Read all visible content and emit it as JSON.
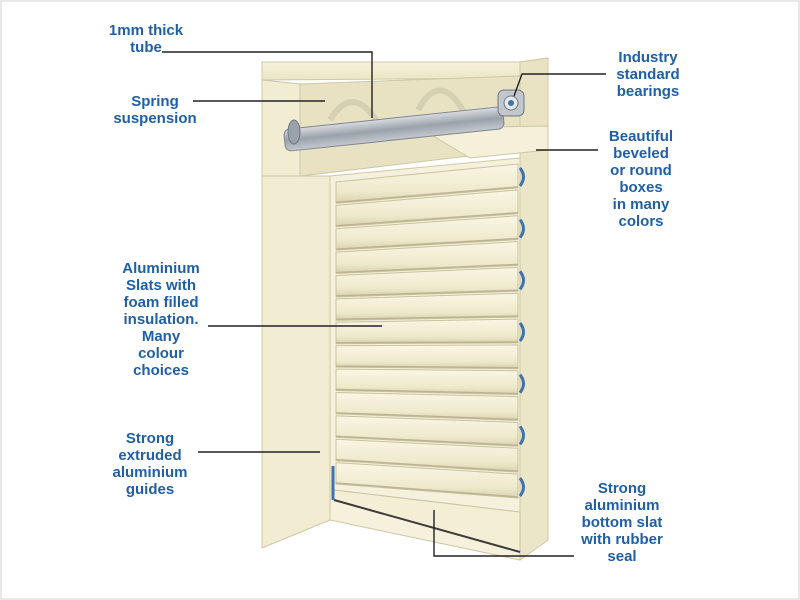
{
  "labels": {
    "tube": [
      "1mm thick",
      "tube"
    ],
    "spring": [
      "Spring",
      "suspension"
    ],
    "bearings": [
      "Industry",
      "standard",
      "bearings"
    ],
    "boxes": [
      "Beautiful",
      "beveled",
      "or round",
      "boxes",
      "in many",
      "colors"
    ],
    "slats": [
      "Aluminium",
      "Slats with",
      "foam filled",
      "insulation.",
      "Many",
      "colour",
      "choices"
    ],
    "guides": [
      "Strong",
      "extruded",
      "aluminium",
      "guides"
    ],
    "bottom_slat": [
      "Strong",
      "aluminium",
      "bottom slat",
      "with rubber",
      "seal"
    ]
  },
  "colors": {
    "label_text": "#1f5fa6",
    "leader_line": "#222222",
    "shutter_face": "#f3eed4",
    "shutter_edge": "#c9c2a0",
    "tube_metal": "#a9aeb5",
    "guide_accent": "#3f73b0"
  }
}
